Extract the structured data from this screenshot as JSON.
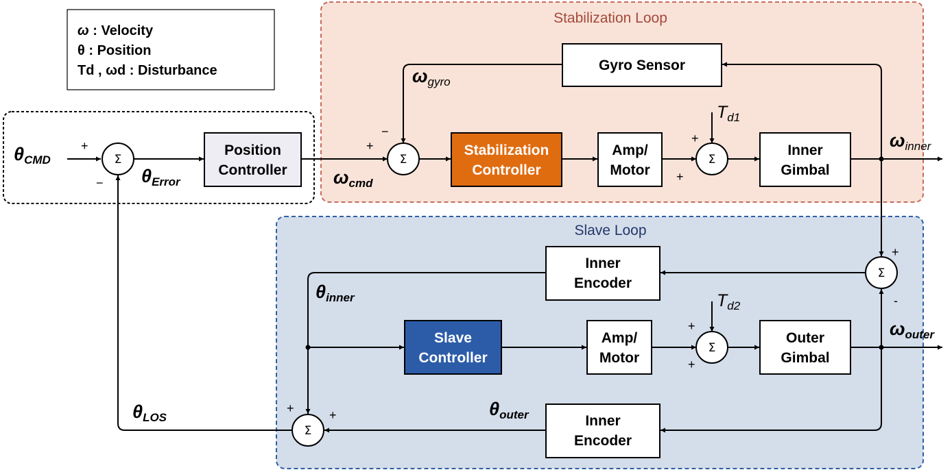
{
  "legend": {
    "line1": "ω : Velocity",
    "line2": "θ  : Position",
    "line3": "Td , ωd : Disturbance"
  },
  "loops": {
    "stabilization": "Stabilization Loop",
    "slave": "Slave Loop"
  },
  "colors": {
    "stabilization_fill": "#f9e3d8",
    "stabilization_border": "#c76b5e",
    "stabilization_title": "#a5483c",
    "slave_fill": "#d4ddea",
    "slave_border": "#2d5fa6",
    "slave_title": "#22386a",
    "stabilization_controller": "#e06c10",
    "slave_controller": "#2c5ca8",
    "position_controller": "#efedf4"
  },
  "blocks": {
    "position_controller": [
      "Position",
      "Controller"
    ],
    "stabilization_controller": [
      "Stabilization",
      "Controller"
    ],
    "amp_motor_top": [
      "Amp/",
      "Motor"
    ],
    "inner_gimbal": [
      "Inner",
      "Gimbal"
    ],
    "gyro_sensor": "Gyro Sensor",
    "inner_encoder_top": [
      "Inner",
      "Encoder"
    ],
    "slave_controller": [
      "Slave",
      "Controller"
    ],
    "amp_motor_bottom": [
      "Amp/",
      "Motor"
    ],
    "outer_gimbal": [
      "Outer",
      "Gimbal"
    ],
    "inner_encoder_bottom": [
      "Inner",
      "Encoder"
    ]
  },
  "sum_symbol": "Σ",
  "signs": {
    "s1_plus": "+",
    "s1_minus": "−",
    "s2_plus": "+",
    "s2_minus": "−",
    "s3_plus_top": "+",
    "s3_plus_bottom": "+",
    "s4_plus": "+",
    "s4_minus": "-",
    "s5_plus_top": "+",
    "s5_plus_bottom": "+",
    "s6_plus_left": "+",
    "s6_plus_right": "+"
  },
  "signals": {
    "theta_cmd": {
      "base": "θ",
      "sub": "CMD"
    },
    "theta_error": {
      "base": "θ",
      "sub": "Error"
    },
    "omega_cmd": {
      "base": "ω",
      "sub": "cmd"
    },
    "omega_gyro": {
      "base": "ω",
      "sub": "gyro"
    },
    "omega_inner": {
      "base": "ω",
      "sub": "inner"
    },
    "td1": {
      "base": "T",
      "sub": "d1"
    },
    "td2": {
      "base": "T",
      "sub": "d2"
    },
    "theta_inner": {
      "base": "θ",
      "sub": "inner"
    },
    "omega_outer": {
      "base": "ω",
      "sub": "outer"
    },
    "theta_outer": {
      "base": "θ",
      "sub": "outer"
    },
    "theta_los": {
      "base": "θ",
      "sub": "LOS"
    }
  }
}
